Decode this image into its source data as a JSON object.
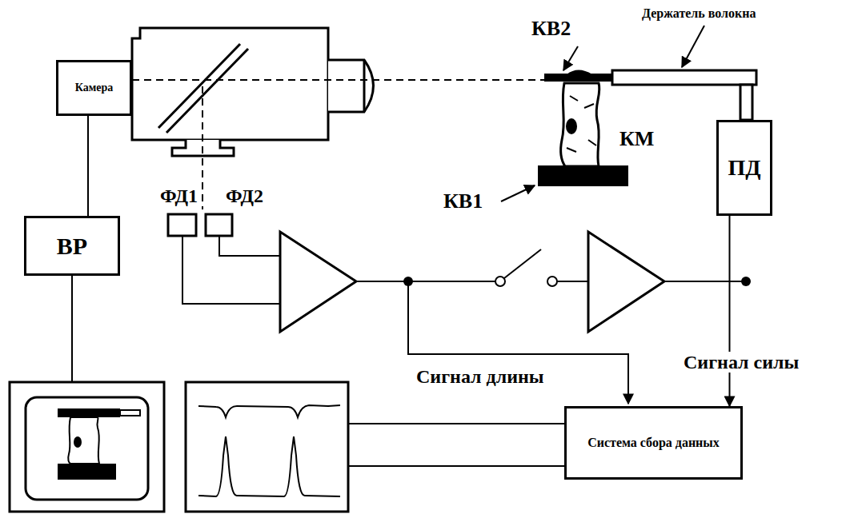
{
  "diagram": {
    "nodes": [
      {
        "text": [
          "Камера"
        ]
      },
      {
        "text": [
          "ПД"
        ]
      },
      {
        "text": [
          "ВР"
        ]
      },
      {
        "text": [
          "Система сбора данных"
        ]
      }
    ],
    "edges": [
      {
        "from": 0,
        "to": 2,
        "arrow": "none"
      },
      {
        "from": 1,
        "to": 3,
        "arrow": "to"
      }
    ],
    "labels": [
      "КВ2",
      "Держатель волокна",
      "КМ",
      "КВ1",
      "ФД1",
      "ФД2",
      "Сигнал длины",
      "Сигнал силы"
    ]
  }
}
